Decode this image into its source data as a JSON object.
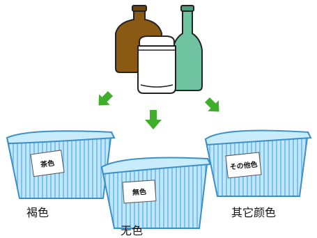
{
  "scene": {
    "bottles": [
      {
        "name": "brown-bottle",
        "color": "#8a5a14"
      },
      {
        "name": "clear-jar",
        "color": "#ffffff"
      },
      {
        "name": "green-bottle",
        "color": "#6fc3a0"
      }
    ],
    "arrow_color": "#3fae2a",
    "basket_color": "#9fd6f2",
    "basket_stroke": "#3b8fc7"
  },
  "baskets": [
    {
      "tag": "茶色",
      "caption": "褐色"
    },
    {
      "tag": "無色",
      "caption": "无色"
    },
    {
      "tag": "その他色",
      "caption": "其它颜色"
    }
  ]
}
